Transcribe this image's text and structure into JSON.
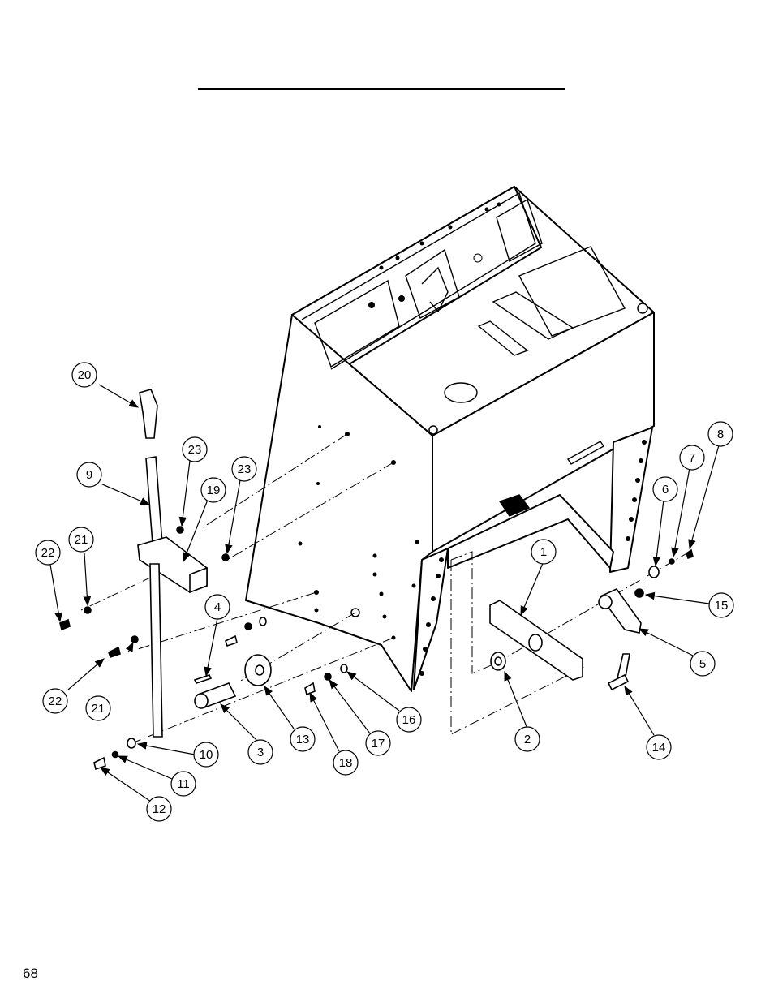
{
  "page": {
    "number": "68"
  },
  "callouts": [
    {
      "id": "1"
    },
    {
      "id": "2"
    },
    {
      "id": "3"
    },
    {
      "id": "4"
    },
    {
      "id": "5"
    },
    {
      "id": "6"
    },
    {
      "id": "7"
    },
    {
      "id": "8"
    },
    {
      "id": "9"
    },
    {
      "id": "10"
    },
    {
      "id": "11"
    },
    {
      "id": "12"
    },
    {
      "id": "13"
    },
    {
      "id": "14"
    },
    {
      "id": "15"
    },
    {
      "id": "16"
    },
    {
      "id": "17"
    },
    {
      "id": "18"
    },
    {
      "id": "19"
    },
    {
      "id": "20"
    },
    {
      "id": "21a"
    },
    {
      "id": "21b"
    },
    {
      "id": "22a"
    },
    {
      "id": "22b"
    },
    {
      "id": "23a"
    },
    {
      "id": "23b"
    }
  ],
  "labels": {
    "c1": "1",
    "c2": "2",
    "c3": "3",
    "c4": "4",
    "c5": "5",
    "c6": "6",
    "c7": "7",
    "c8": "8",
    "c9": "9",
    "c10": "10",
    "c11": "11",
    "c12": "12",
    "c13": "13",
    "c14": "14",
    "c15": "15",
    "c16": "16",
    "c17": "17",
    "c18": "18",
    "c19": "19",
    "c20": "20",
    "c21a": "21",
    "c21b": "21",
    "c22a": "22",
    "c22b": "22",
    "c23a": "23",
    "c23b": "23"
  }
}
